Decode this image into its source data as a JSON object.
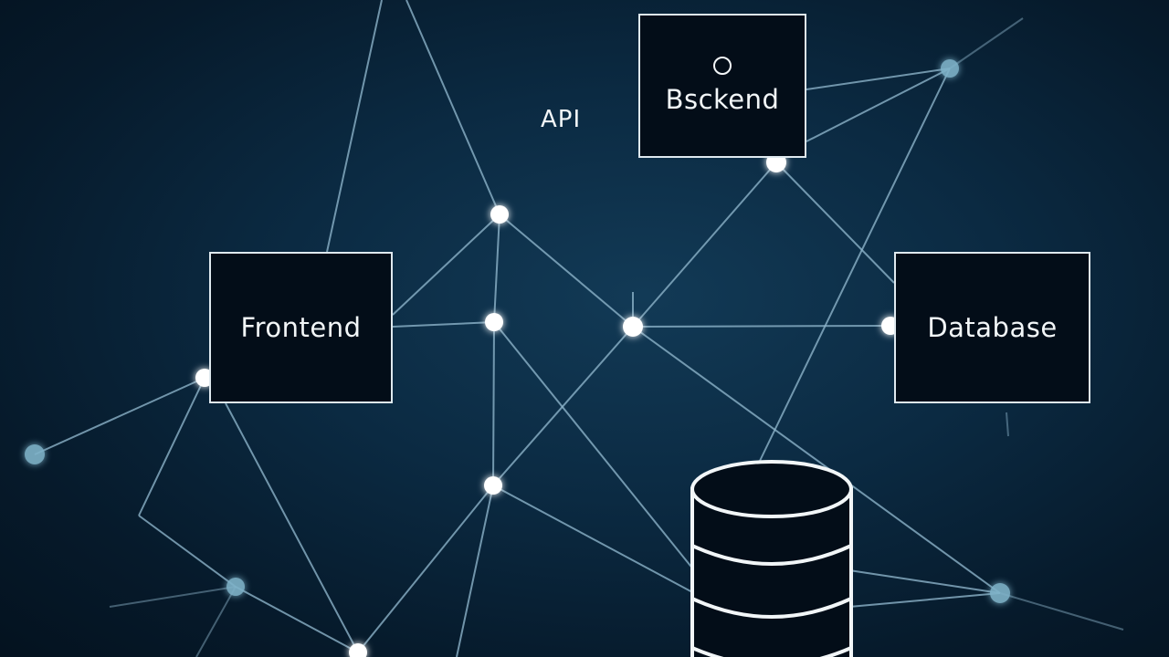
{
  "diagram": {
    "nodes": {
      "frontend": {
        "label": "Frontend"
      },
      "backend": {
        "label": "Bsckend",
        "icon": "circle-ring-icon"
      },
      "database": {
        "label": "Database"
      },
      "api": {
        "label": "API"
      }
    },
    "db_icon": {
      "icon": "database-cylinder-icon"
    },
    "colors": {
      "background": "#061a2b",
      "line": "#8fb6cc",
      "node": "#ffffff",
      "box_fill": "#030d18",
      "box_border": "#dfe9ef"
    }
  }
}
